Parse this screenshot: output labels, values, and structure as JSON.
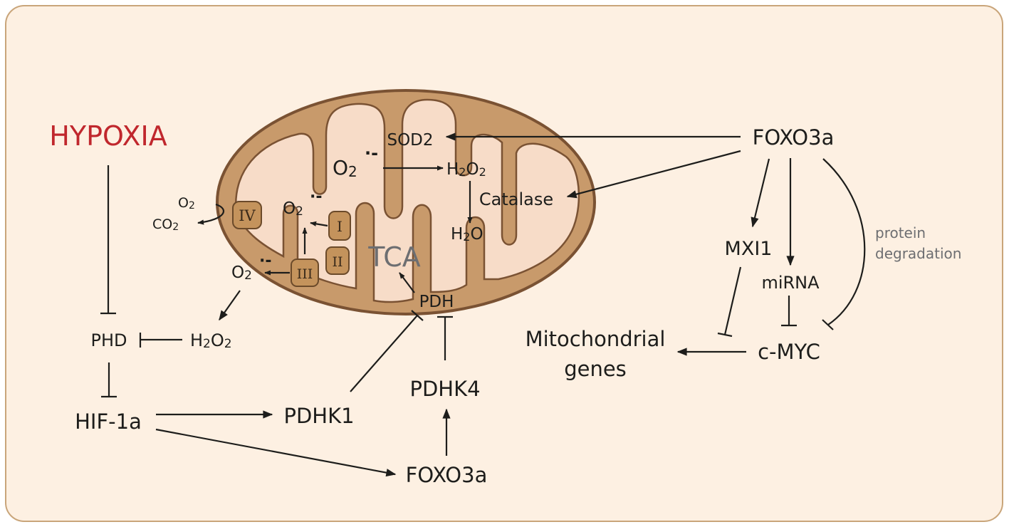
{
  "colors": {
    "panel_bg": "#fdf0e2",
    "panel_border": "#c9a57a",
    "mito_outer": "#c89a6b",
    "mito_inner": "#f7dcc8",
    "mito_border": "#7a5233",
    "complex_fill": "#c4935c",
    "hypoxia": "#c0272d",
    "text": "#1d1d1b",
    "muted": "#6d6e71"
  },
  "labels": {
    "hypoxia": "HYPOXIA",
    "phd": "PHD",
    "hif1a": "HIF-1a",
    "pdhk1": "PDHK1",
    "foxo3a_bottom": "FOXO3a",
    "pdhk4": "PDHK4",
    "pdh": "PDH",
    "tca": "TCA",
    "sod2": "SOD2",
    "catalase": "Catalase",
    "foxo3a_top": "FOXO3a",
    "mxi1": "MXI1",
    "mirna": "miRNA",
    "protein": "protein",
    "degradation": "degradation",
    "cmyc": "c-MYC",
    "mito_genes_1": "Mitochondrial",
    "mito_genes_2": "genes",
    "o2": "O",
    "co2": "CO",
    "h2o": "H",
    "h2o_o": "O",
    "h2o2_h": "H",
    "h2o2_o": "O",
    "sub2": "2",
    "radical": "·-",
    "complex_I": "I",
    "complex_II": "II",
    "complex_III": "III",
    "complex_IV": "IV"
  }
}
